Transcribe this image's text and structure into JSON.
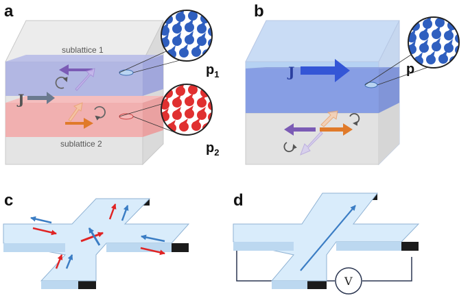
{
  "panels": {
    "a": {
      "letter": "a",
      "sublattice_top": "sublattice 1",
      "sublattice_bottom": "sublattice 2",
      "current_label": "J",
      "p_top": {
        "main": "p",
        "sub": "1"
      },
      "p_bottom": {
        "main": "p",
        "sub": "2"
      }
    },
    "b": {
      "letter": "b",
      "current_label": "J",
      "p_label": "p"
    },
    "c": {
      "letter": "c"
    },
    "d": {
      "letter": "d",
      "voltmeter_label": "V"
    }
  },
  "colors": {
    "sublattice1": "#9aa4e0",
    "sublattice2": "#f2a1a1",
    "blue_spin": "#2f5fbf",
    "red_spin": "#e03030",
    "purple_arrow": "#7b5bb5",
    "orange_arrow": "#e07a2a",
    "strip": "#d8ecfb"
  }
}
